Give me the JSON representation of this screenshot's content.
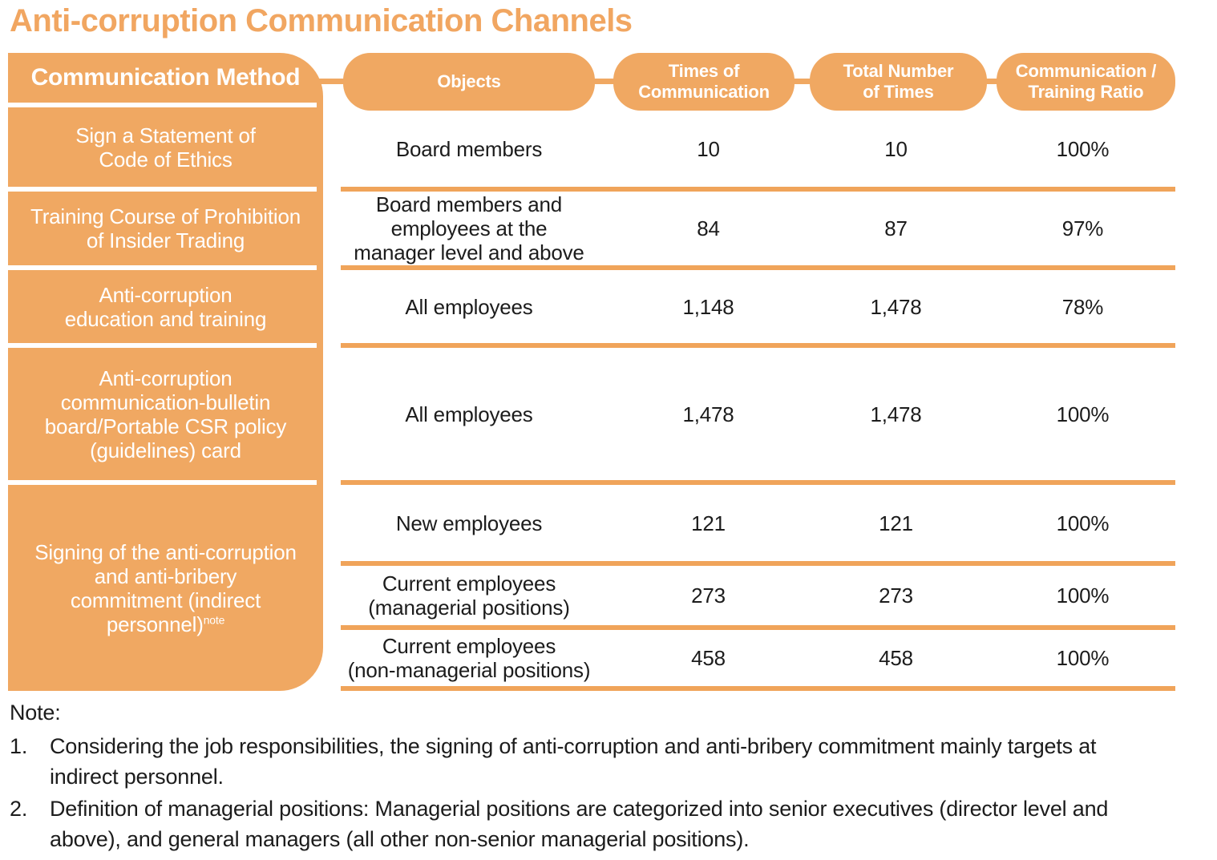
{
  "title": "Anti-corruption Communication Channels",
  "colors": {
    "orange": "#F0A862",
    "orange_line": "#F0A45A",
    "title_orange": "#F1A661",
    "text": "#1C1C1C"
  },
  "table": {
    "method_header": "Communication Method",
    "columns": [
      {
        "lines": [
          "Objects"
        ]
      },
      {
        "lines": [
          "Times of",
          "Communication"
        ]
      },
      {
        "lines": [
          "Total Number",
          "of Times"
        ]
      },
      {
        "lines": [
          "Communication /",
          "Training Ratio"
        ]
      }
    ],
    "method_cells": [
      {
        "lines": [
          "Sign a Statement of",
          "Code of Ethics"
        ]
      },
      {
        "lines": [
          "Training Course of Prohibition",
          "of Insider Trading"
        ]
      },
      {
        "lines": [
          "Anti-corruption",
          "education and training"
        ]
      },
      {
        "lines": [
          "Anti-corruption",
          "communication-bulletin",
          "board/Portable CSR policy",
          "(guidelines) card"
        ]
      },
      {
        "lines": [
          "Signing of the anti-corruption",
          "and anti-bribery",
          "commitment (indirect"
        ],
        "last_line": "personnel)",
        "superscript": "note"
      }
    ],
    "data_rows": [
      {
        "objects": [
          "Board members"
        ],
        "times": "10",
        "total": "10",
        "ratio": "100%"
      },
      {
        "objects": [
          "Board members and",
          "employees at the",
          "manager level and above"
        ],
        "times": "84",
        "total": "87",
        "ratio": "97%"
      },
      {
        "objects": [
          "All employees"
        ],
        "times": "1,148",
        "total": "1,478",
        "ratio": "78%"
      },
      {
        "objects": [
          "All employees"
        ],
        "times": "1,478",
        "total": "1,478",
        "ratio": "100%"
      },
      {
        "objects": [
          "New employees"
        ],
        "times": "121",
        "total": "121",
        "ratio": "100%"
      },
      {
        "objects": [
          "Current employees",
          "(managerial positions)"
        ],
        "times": "273",
        "total": "273",
        "ratio": "100%"
      },
      {
        "objects": [
          "Current employees",
          "(non-managerial positions)"
        ],
        "times": "458",
        "total": "458",
        "ratio": "100%"
      }
    ]
  },
  "note": {
    "label": "Note:",
    "items": [
      {
        "num": "1.",
        "text": "Considering the job responsibilities, the signing of anti-corruption and anti-bribery commitment mainly targets at indirect personnel."
      },
      {
        "num": "2.",
        "text": "Definition of managerial positions: Managerial positions are categorized into senior executives (director level and above), and general managers (all other non-senior managerial positions)."
      }
    ]
  }
}
